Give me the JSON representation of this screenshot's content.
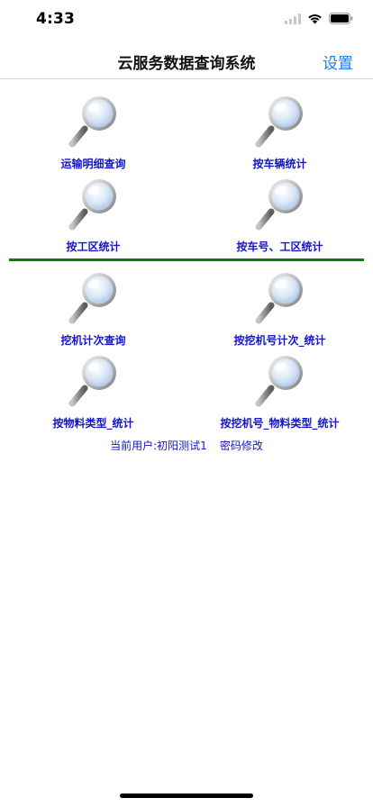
{
  "status_bar": {
    "time": "4:33",
    "icons": [
      "cellular-signal-icon",
      "wifi-icon",
      "battery-icon"
    ]
  },
  "nav": {
    "title": "云服务数据查询系统",
    "settings_label": "设置"
  },
  "menu_items": [
    {
      "label": "运输明细查询",
      "icon": "magnifier-icon"
    },
    {
      "label": "按车辆统计",
      "icon": "magnifier-icon"
    },
    {
      "label": "按工区统计",
      "icon": "magnifier-icon"
    },
    {
      "label": "按车号、工区统计",
      "icon": "magnifier-icon"
    },
    {
      "label": "挖机计次查询",
      "icon": "magnifier-icon"
    },
    {
      "label": "按挖机号计次_统计",
      "icon": "magnifier-icon"
    },
    {
      "label": "按物料类型_统计",
      "icon": "magnifier-icon"
    },
    {
      "label": "按挖机号_物料类型_统计",
      "icon": "magnifier-icon"
    }
  ],
  "footer": {
    "current_user": "当前用户:初阳测试1",
    "change_password": "密码修改"
  },
  "colors": {
    "accent": "#1a7cf5",
    "label_blue": "#1515cc",
    "divider_green": "#0a7d0a"
  }
}
